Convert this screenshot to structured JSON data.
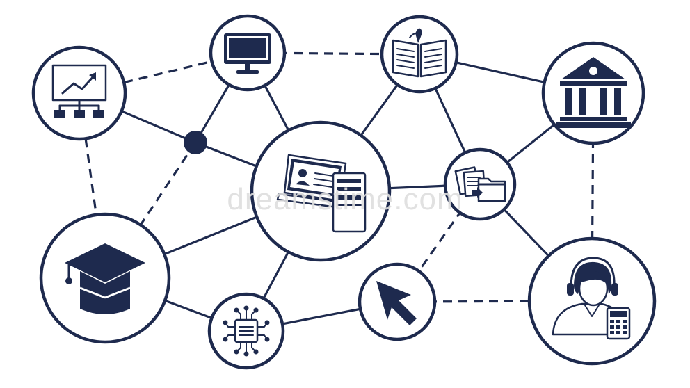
{
  "diagram": {
    "colors": {
      "ink": "#1e2a4e",
      "background": "#ffffff",
      "watermark": "#dedede"
    },
    "nodes": [
      {
        "id": "analytics",
        "icon": "analytics-chart-icon"
      },
      {
        "id": "monitor",
        "icon": "desktop-monitor-icon"
      },
      {
        "id": "book",
        "icon": "open-book-icon"
      },
      {
        "id": "bank",
        "icon": "bank-building-icon"
      },
      {
        "id": "computer",
        "icon": "laptop-computer-tower-icon"
      },
      {
        "id": "files",
        "icon": "file-transfer-icon"
      },
      {
        "id": "graduation",
        "icon": "graduation-cap-icon"
      },
      {
        "id": "chip",
        "icon": "circuit-chip-icon"
      },
      {
        "id": "cursor",
        "icon": "mouse-cursor-icon"
      },
      {
        "id": "support",
        "icon": "support-agent-calculator-icon"
      },
      {
        "id": "junction",
        "icon": "junction-dot"
      }
    ],
    "edges": [
      {
        "from": "analytics",
        "to": "junction",
        "style": "solid"
      },
      {
        "from": "junction",
        "to": "monitor",
        "style": "solid"
      },
      {
        "from": "junction",
        "to": "computer",
        "style": "solid"
      },
      {
        "from": "monitor",
        "to": "computer",
        "style": "solid"
      },
      {
        "from": "book",
        "to": "computer",
        "style": "solid"
      },
      {
        "from": "book",
        "to": "files",
        "style": "solid"
      },
      {
        "from": "book",
        "to": "bank",
        "style": "solid"
      },
      {
        "from": "files",
        "to": "bank",
        "style": "solid"
      },
      {
        "from": "computer",
        "to": "files",
        "style": "solid"
      },
      {
        "from": "computer",
        "to": "graduation",
        "style": "solid"
      },
      {
        "from": "computer",
        "to": "chip",
        "style": "solid"
      },
      {
        "from": "files",
        "to": "support",
        "style": "solid"
      },
      {
        "from": "graduation",
        "to": "chip",
        "style": "solid"
      },
      {
        "from": "chip",
        "to": "cursor",
        "style": "solid"
      },
      {
        "from": "analytics",
        "to": "monitor",
        "style": "dashed"
      },
      {
        "from": "monitor",
        "to": "book",
        "style": "dashed"
      },
      {
        "from": "analytics",
        "to": "graduation",
        "style": "dashed"
      },
      {
        "from": "junction",
        "to": "graduation",
        "style": "dashed"
      },
      {
        "from": "bank",
        "to": "support",
        "style": "dashed"
      },
      {
        "from": "files",
        "to": "cursor",
        "style": "dashed"
      },
      {
        "from": "cursor",
        "to": "support",
        "style": "dashed"
      }
    ]
  },
  "watermark_text": "dreamstime.com"
}
